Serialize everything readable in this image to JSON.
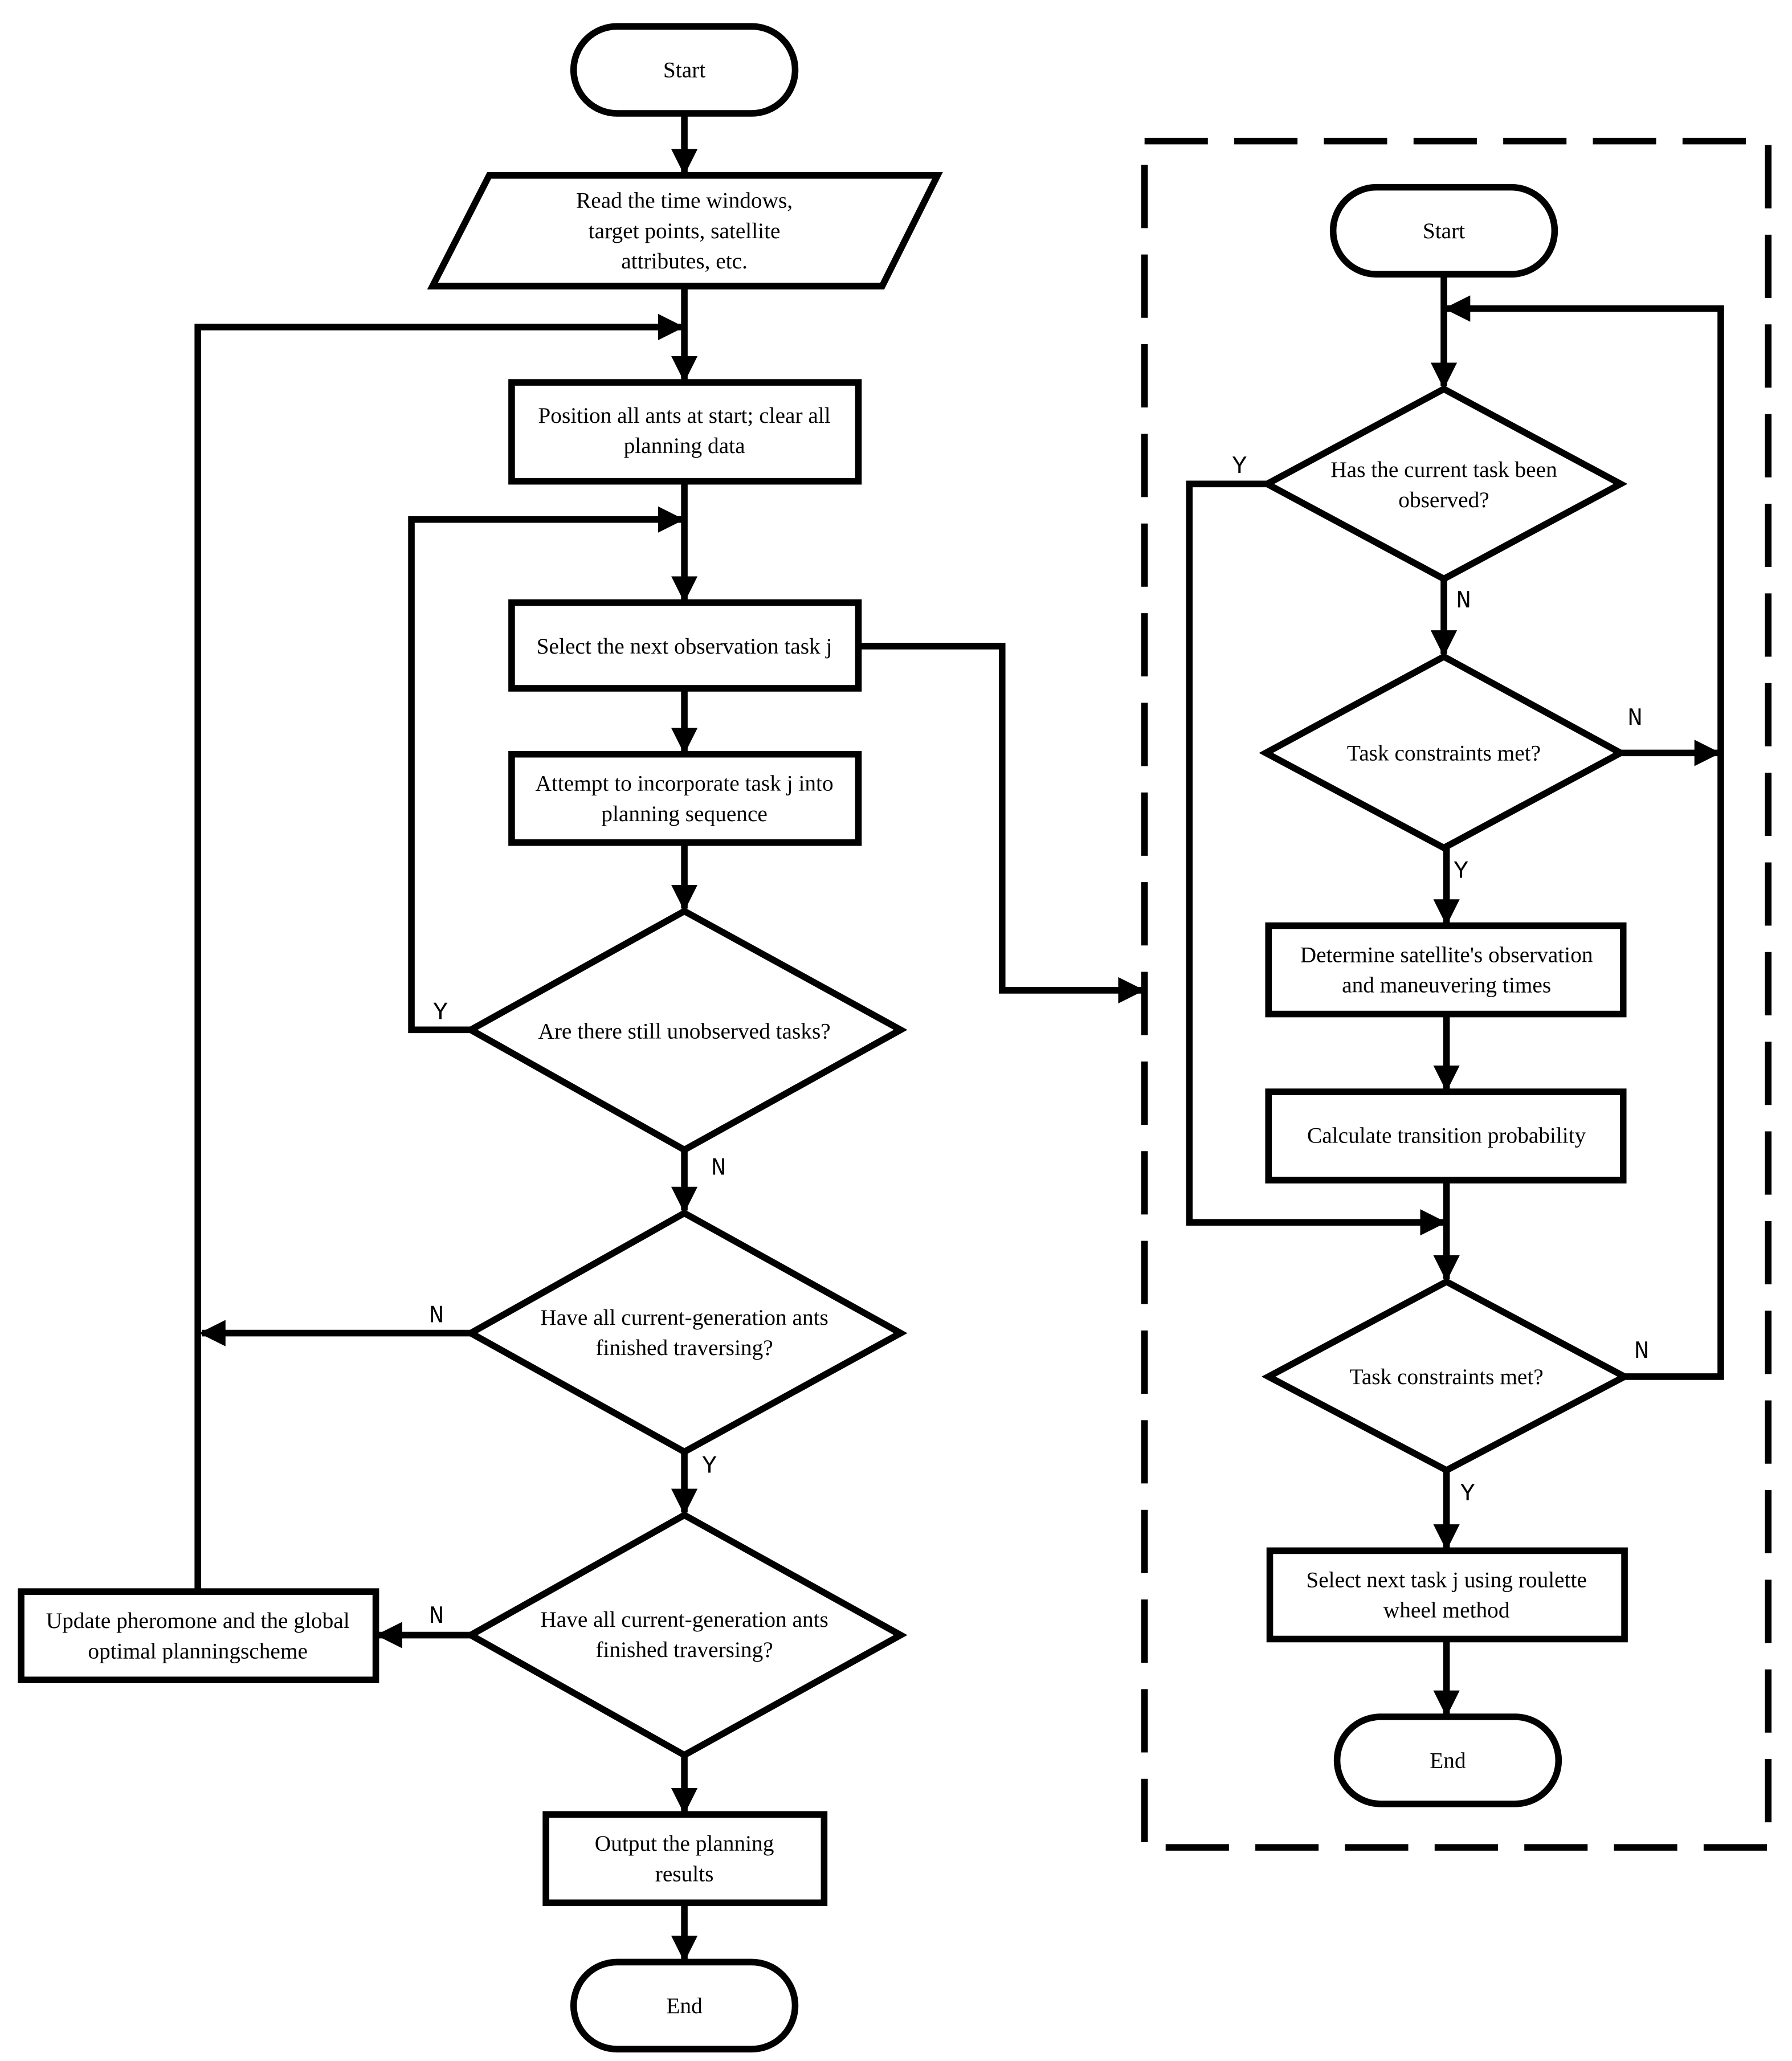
{
  "left": {
    "start": "Start",
    "read_input": [
      "Read the time windows,",
      "target points, satellite",
      "attributes, etc."
    ],
    "position_ants": [
      "Position all ants at start; clear all",
      "planning data"
    ],
    "select_task": "Select the next observation task j",
    "attempt_incorporate": [
      "Attempt to incorporate task j into",
      "planning sequence"
    ],
    "decision_unobserved": "Are there still unobserved tasks?",
    "decision_ants_finished_1": [
      "Have all current-generation ants",
      "finished traversing?"
    ],
    "decision_ants_finished_2": [
      "Have all current-generation ants",
      "finished traversing?"
    ],
    "update_pheromone": [
      "Update pheromone and the global",
      "optimal planningscheme"
    ],
    "output_results": [
      "Output the planning",
      "results"
    ],
    "end": "End",
    "labels": {
      "unobserved_yes": "Y",
      "unobserved_no": "N",
      "finished1_no": "N",
      "finished1_yes": "Y",
      "finished2_no": "N"
    }
  },
  "right": {
    "start": "Start",
    "decision_observed": [
      "Has the current task been",
      "observed?"
    ],
    "decision_constraints_1": "Task constraints met?",
    "determine_times": [
      "Determine satellite's observation",
      "and maneuvering times"
    ],
    "calc_probability": "Calculate transition probability",
    "decision_constraints_2": "Task constraints met?",
    "select_roulette": [
      "Select next task j using roulette",
      "wheel method"
    ],
    "end": "End",
    "labels": {
      "observed_yes": "Y",
      "observed_no": "N",
      "constraints1_no": "N",
      "constraints1_yes": "Y",
      "constraints2_no": "N",
      "constraints2_yes": "Y"
    }
  }
}
